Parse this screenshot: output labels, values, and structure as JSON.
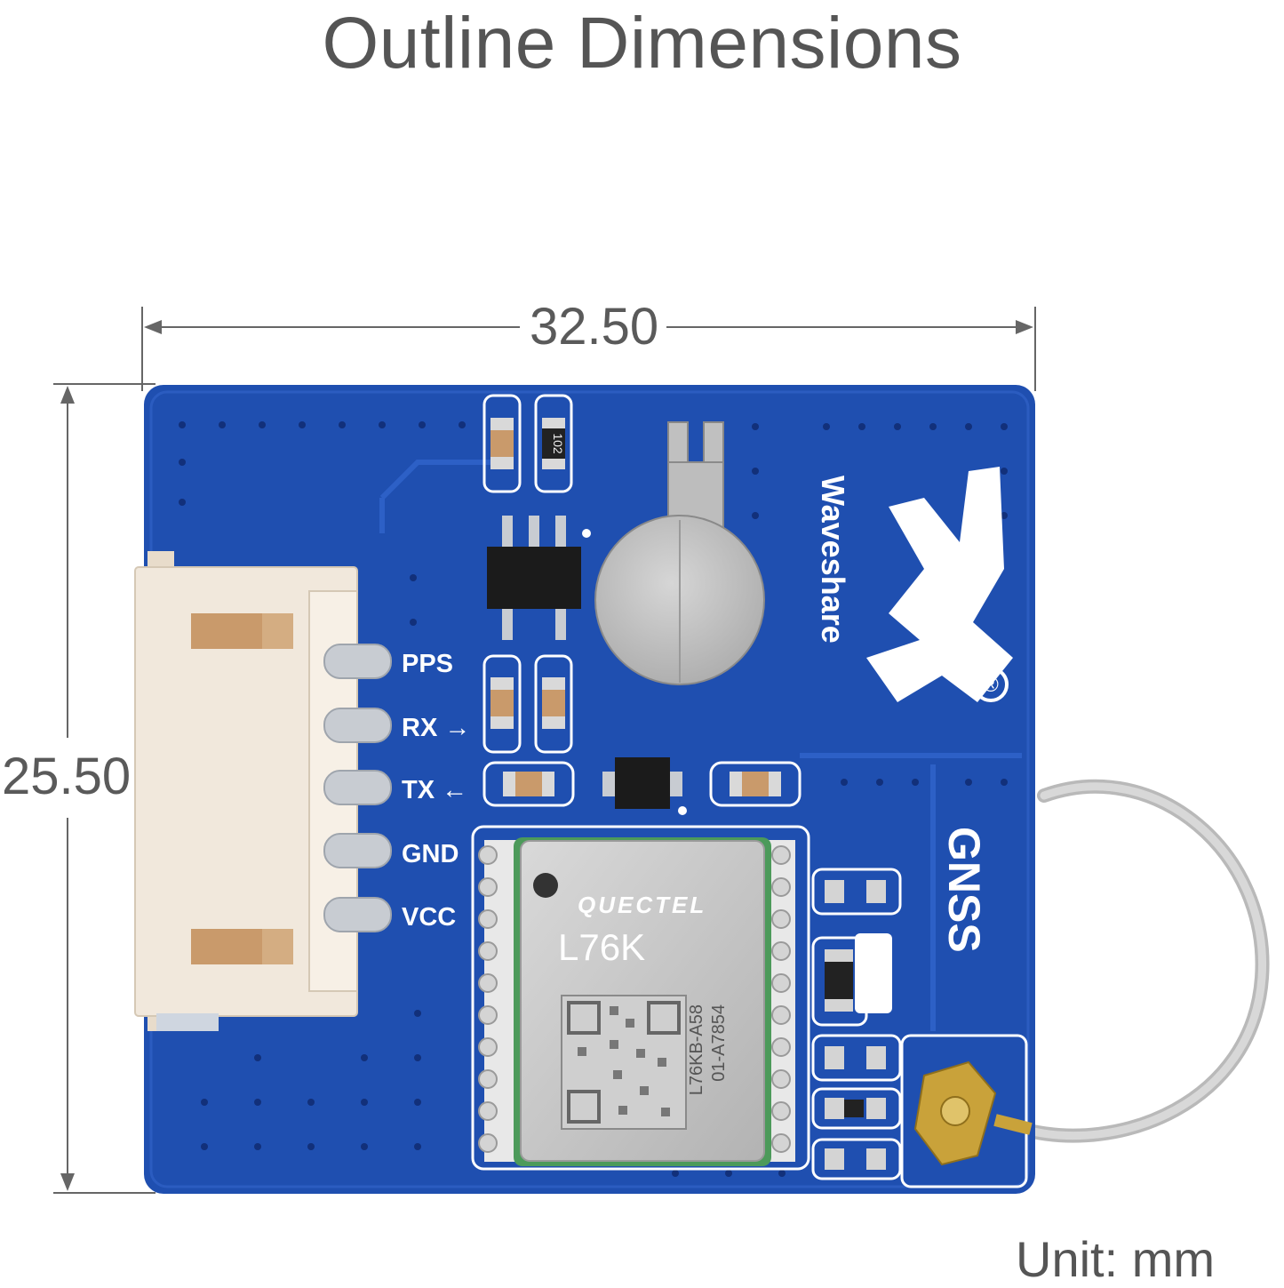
{
  "diagram": {
    "title": "Outline Dimensions",
    "width_label": "32.50",
    "height_label": "25.50",
    "unit_label": "Unit: mm"
  },
  "board": {
    "brand": "Waveshare",
    "registered_mark": "®",
    "label_gnss": "GNSS",
    "pins": [
      "PPS",
      "RX →",
      "TX ←",
      "GND",
      "VCC"
    ],
    "module_brand": "QUECTEL",
    "module_model": "L76K",
    "module_code_1": "L76KB-A58",
    "module_code_2": "01-A7854",
    "resistor_code": "102",
    "colors": {
      "pcb": "#1f4fb0",
      "silk": "#ffffff",
      "connector": "#f1e8dc",
      "shield": "#c8c8c8",
      "cable": "#cfcfcf",
      "gold": "#c9a23a"
    }
  }
}
